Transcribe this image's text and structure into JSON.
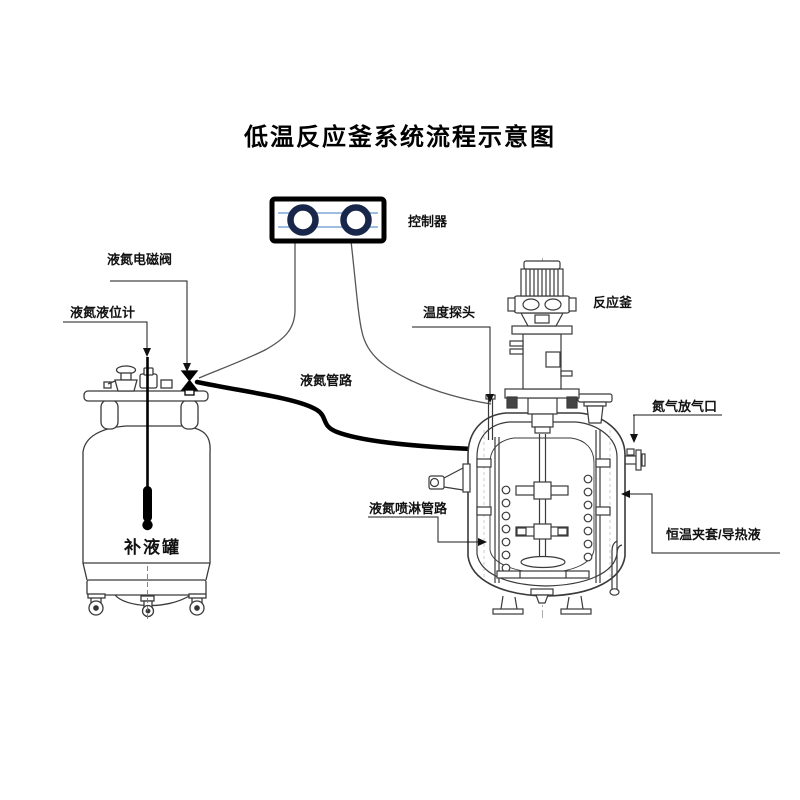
{
  "title": "低温反应釜系统流程示意图",
  "diagram": {
    "type": "process-flow-schematic",
    "labels": {
      "controller": "控制器",
      "ln2_solenoid_valve": "液氮电磁阀",
      "ln2_level_gauge": "液氮液位计",
      "ln2_pipeline": "液氮管路",
      "temperature_probe": "温度探头",
      "reactor": "反应釜",
      "n2_vent_port": "氮气放气口",
      "ln2_spray_pipeline": "液氮喷淋管路",
      "thermostatic_jacket": "恒温夹套/导热液",
      "makeup_tank": "补液罐"
    },
    "colors": {
      "background": "#ffffff",
      "line_art": "#3a3a3a",
      "pipe": "#000000",
      "leader": "#1a1a1a",
      "controller_border": "#000000",
      "controller_rings": "#18264a",
      "controller_lines": "#7da7d8"
    }
  }
}
